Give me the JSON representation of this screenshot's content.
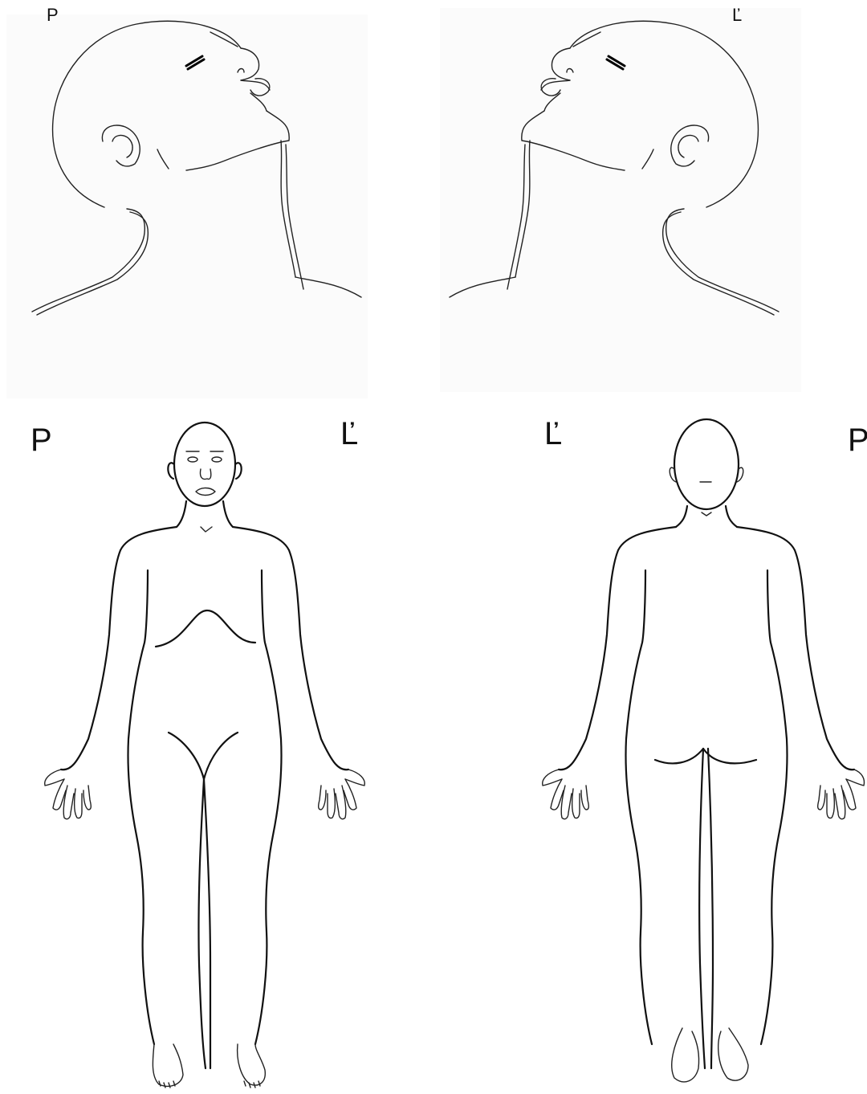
{
  "labels": {
    "head_right_side": "P",
    "head_left_side": "Ľ",
    "front_left": "P",
    "front_right": "Ľ",
    "back_left": "Ľ",
    "back_right": "P"
  }
}
